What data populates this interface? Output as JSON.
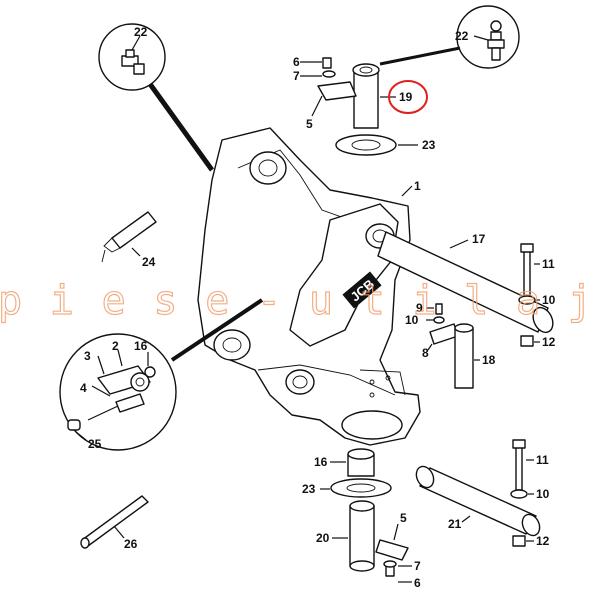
{
  "watermark": "piese-utilaj",
  "brand_logo": "JCB",
  "highlight_color": "#e0201c",
  "accent_color": "#f2a070",
  "callouts": {
    "c1": "1",
    "c2": "2",
    "c3": "3",
    "c4": "4",
    "c5a": "5",
    "c5b": "5",
    "c6a": "6",
    "c6b": "6",
    "c7a": "7",
    "c7b": "7",
    "c8": "8",
    "c9": "9",
    "c10a": "10",
    "c10b": "10",
    "c10c": "10",
    "c11a": "11",
    "c11b": "11",
    "c12a": "12",
    "c12b": "12",
    "c16a": "16",
    "c16b": "16",
    "c17": "17",
    "c18": "18",
    "c19": "19",
    "c20": "20",
    "c21": "21",
    "c22a": "22",
    "c22b": "22",
    "c23a": "23",
    "c23b": "23",
    "c24": "24",
    "c25": "25",
    "c26": "26"
  }
}
